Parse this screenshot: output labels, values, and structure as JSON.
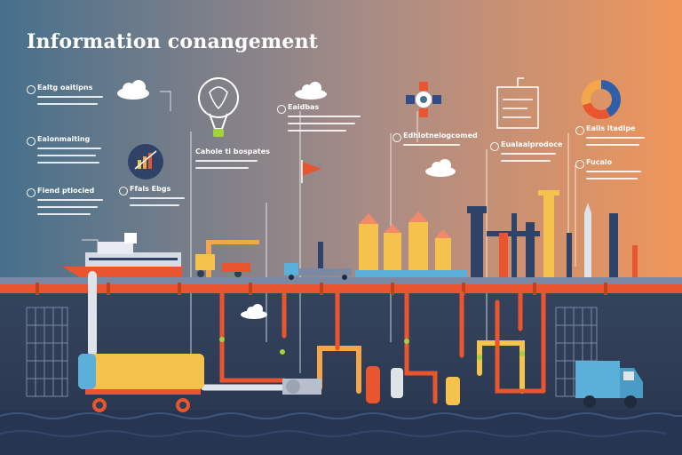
{
  "header": {
    "title": "Information conangement"
  },
  "info_blocks": [
    {
      "label": "Ealtg oaitipns"
    },
    {
      "label": "Eaionmaiting"
    },
    {
      "label": "Fiend ptiocied"
    },
    {
      "label": "Ffals Ebgs"
    },
    {
      "label": "Cahole ti bospates"
    },
    {
      "label": "Eaidbas"
    },
    {
      "label": "Edhiotnelogcomed"
    },
    {
      "label": "Eualaalprodoce"
    },
    {
      "label": "Ealis ltadipe"
    },
    {
      "label": "Fucalo"
    }
  ],
  "graphics": {
    "lightbulb": "lightbulb-icon",
    "donut": "donut-chart-icon",
    "gear": "gear-icon",
    "flag": "flag-icon",
    "clouds": "cloud-icon"
  },
  "colors": {
    "sky_left": "#46708c",
    "sky_right": "#f0965a",
    "ground": "#2f3d55",
    "pipe": "#e8552e",
    "tank": "#f4c24d",
    "truck": "#5ab0d8",
    "water": "#263652"
  }
}
